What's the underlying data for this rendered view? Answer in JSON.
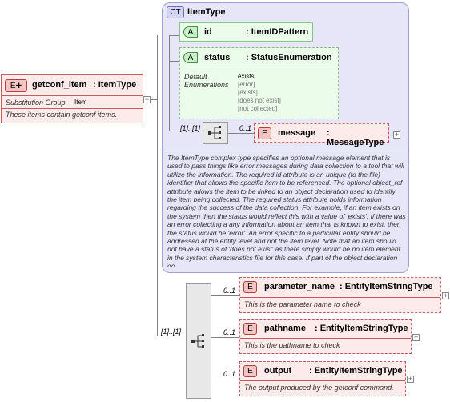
{
  "root": {
    "badge": "E",
    "name": "getconf_item",
    "type": ": ItemType",
    "sub_group_label": "Substitution Group",
    "sub_group_value": "Item",
    "description": "These items contain getconf items."
  },
  "complex_type": {
    "badge": "CT",
    "name": "ItemType",
    "attr_id": {
      "badge": "A",
      "name": "id",
      "type": ": ItemIDPattern"
    },
    "attr_status": {
      "badge": "A",
      "name": "status",
      "type": ": StatusEnumeration",
      "default_label": "Default",
      "enum_label": "Enumerations",
      "default_value": "exists",
      "enums": [
        "[error]",
        "[exists]",
        "[does not exist]",
        "[not collected]"
      ]
    },
    "seq_multiplicity": "[1]..[1]",
    "message": {
      "badge": "E",
      "name": "message",
      "type": ": MessageType",
      "multiplicity": "0..1"
    },
    "documentation": "The ItemType complex type specifies an optional message element that is used to pass things like error messages during data collection to a tool that will utilize the information. The required id attribute is an unique (to the file) identifier that allows the specific item to be referenced. The optional object_ref attribute allows the item to be linked to an object declaration used to identify the item being collected. The required status attribute holds information regarding the success of the data collection. For example, if an item exists on the system then the status would reflect this with a value of 'exists'. If there was an error collecting a any information about an item that is known to exist, then the status would be 'error'. An error specific to a particular entity should be addressed at the entity level and not the item level. Note that an item should not have a status of 'does not exist' as there simply would be no item element in the system characteristics file for this case. If part of the object declaration do"
  },
  "sequence": {
    "multiplicity": "[1]..[1]",
    "children": [
      {
        "badge": "E",
        "name": "parameter_name",
        "type": ": EntityItemStringType",
        "multiplicity": "0..1",
        "description": "This is the parameter name to check"
      },
      {
        "badge": "E",
        "name": "pathname",
        "type": ": EntityItemStringType",
        "multiplicity": "0..1",
        "description": "This is the pathname to check"
      },
      {
        "badge": "E",
        "name": "output",
        "type": ": EntityItemStringType",
        "multiplicity": "0..1",
        "description": "The output produced by the getconf command."
      }
    ]
  },
  "colors": {
    "element_border": "#c45c5c",
    "element_fill": "#fdeaea",
    "attribute_fill": "#ecfcea",
    "complex_type_fill": "#e6e6f8",
    "complex_type_border": "#a0a0d0"
  }
}
